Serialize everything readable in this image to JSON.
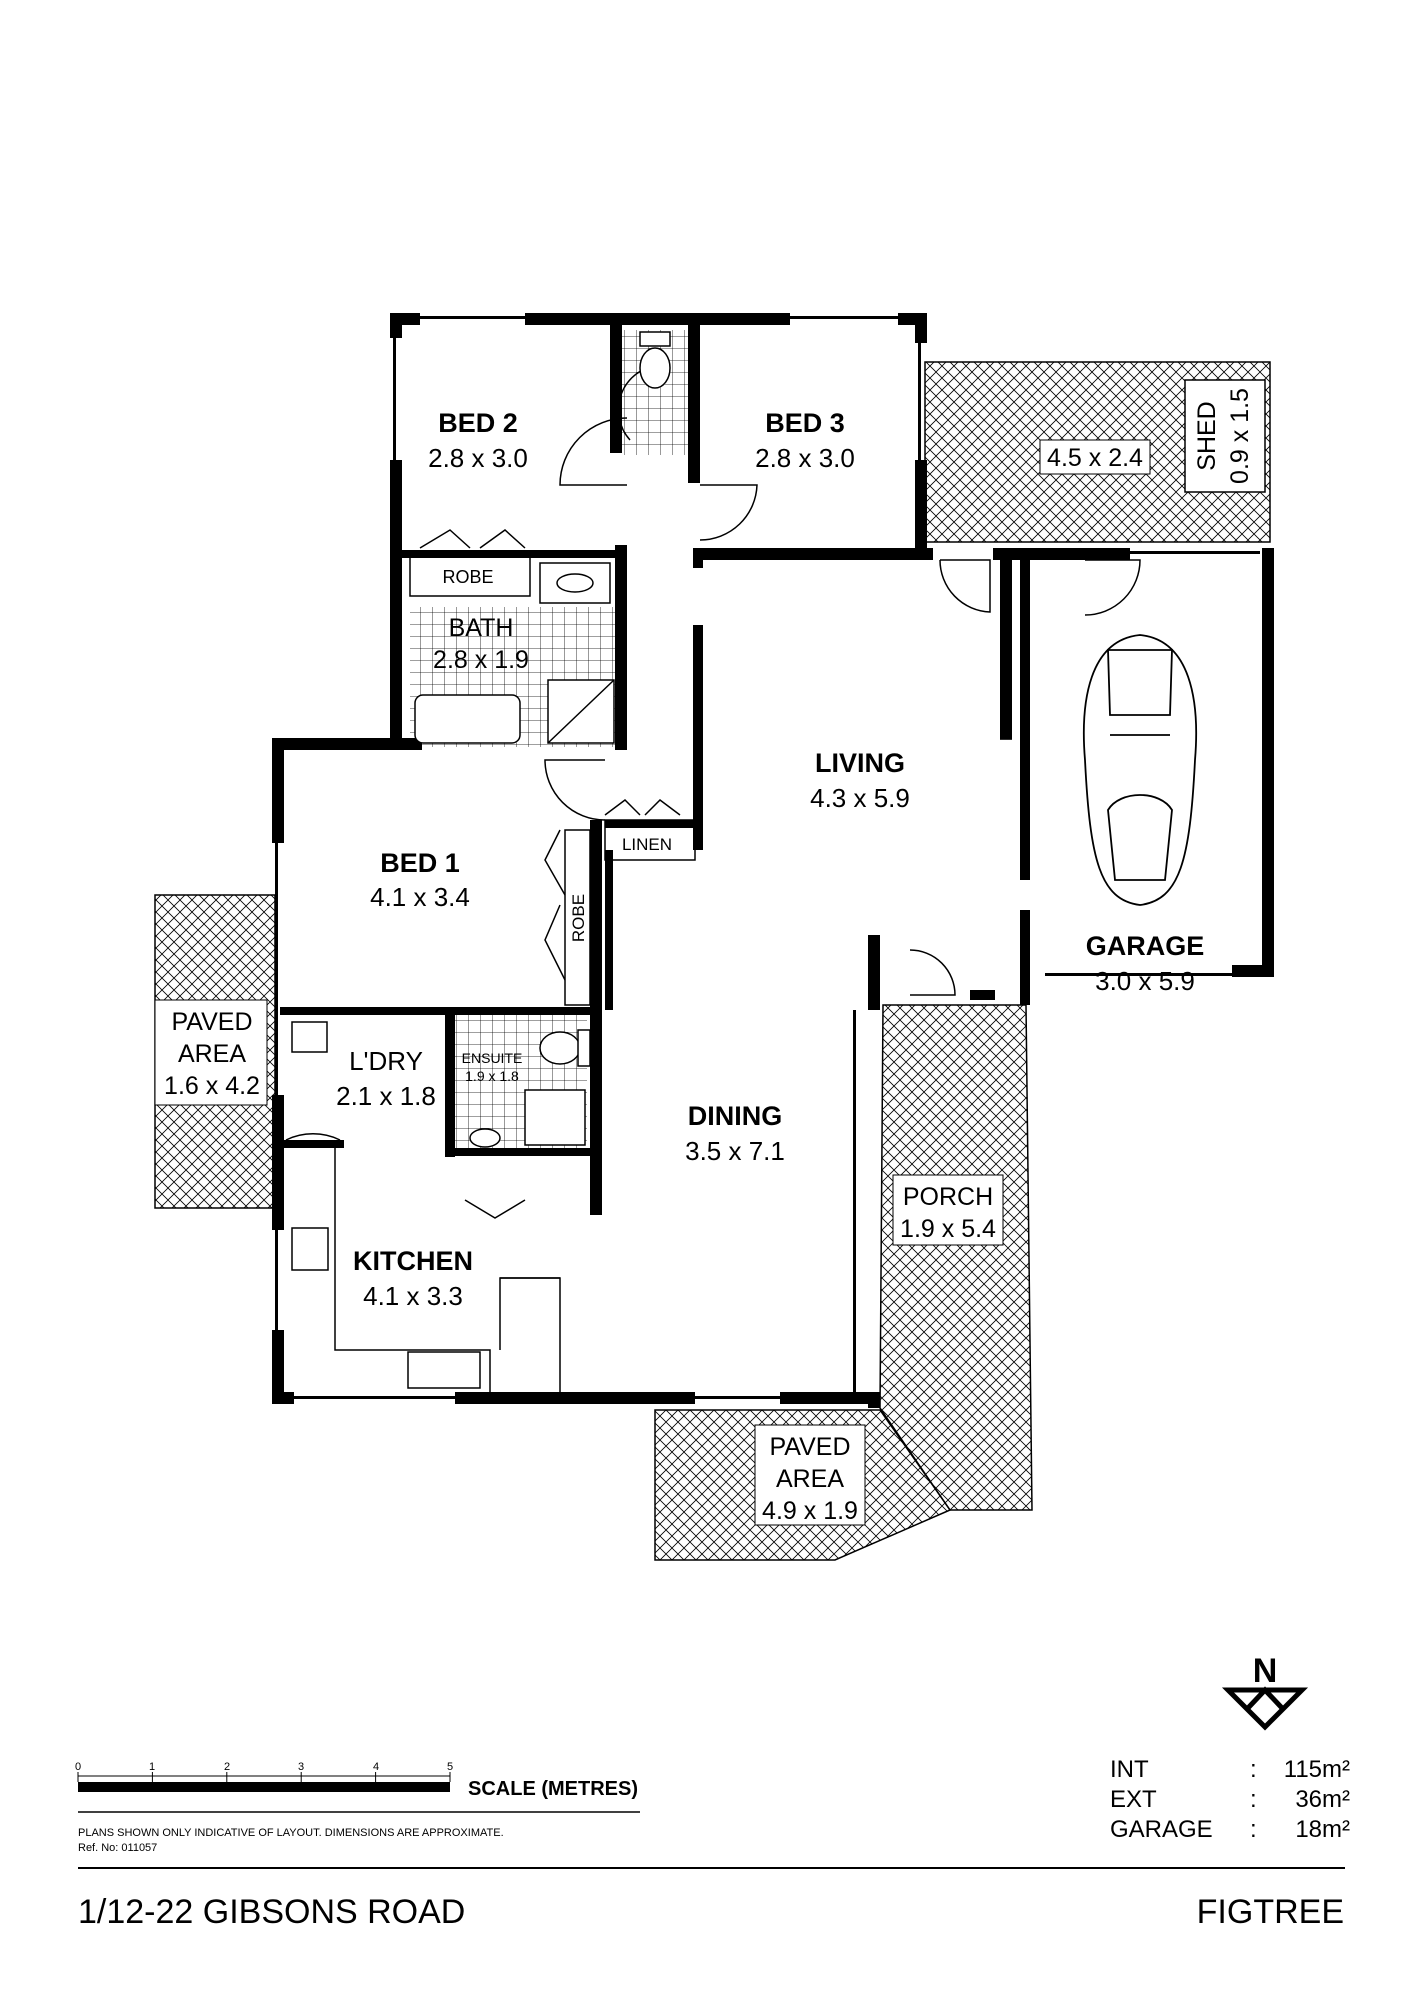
{
  "rooms": {
    "bed2": {
      "name": "BED 2",
      "size": "2.8 x 3.0"
    },
    "bed3": {
      "name": "BED 3",
      "size": "2.8 x 3.0"
    },
    "bed1": {
      "name": "BED 1",
      "size": "4.1 x 3.4"
    },
    "bath": {
      "name": "BATH",
      "size": "2.8 x 1.9"
    },
    "living": {
      "name": "LIVING",
      "size": "4.3 x 5.9"
    },
    "garage": {
      "name": "GARAGE",
      "size": "3.0 x 5.9"
    },
    "dining": {
      "name": "DINING",
      "size": "3.5 x 7.1"
    },
    "laundry": {
      "name": "L'DRY",
      "size": "2.1 x 1.8"
    },
    "ensuite": {
      "name": "ENSUITE",
      "size": "1.9 x 1.8"
    },
    "kitchen": {
      "name": "KITCHEN",
      "size": "4.1 x 3.3"
    },
    "porch": {
      "name": "PORCH",
      "size": "1.9 x 5.4"
    },
    "deck": {
      "size": "4.5 x 2.4"
    },
    "shed": {
      "name": "SHED",
      "size": "0.9 x 1.5"
    },
    "paved_left": {
      "line1": "PAVED",
      "line2": "AREA",
      "size": "1.6 x 4.2"
    },
    "paved_bottom": {
      "line1": "PAVED",
      "line2": "AREA",
      "size": "4.9 x 1.9"
    },
    "robe_bed2": "ROBE",
    "robe_bed1": "ROBE",
    "linen": "LINEN"
  },
  "compass": {
    "label": "N"
  },
  "scale": {
    "ticks": [
      "0",
      "1",
      "2",
      "3",
      "4",
      "5"
    ],
    "label": "SCALE (METRES)"
  },
  "disclaimer": "PLANS SHOWN ONLY INDICATIVE OF LAYOUT.  DIMENSIONS ARE APPROXIMATE.",
  "ref": "Ref. No: 011057",
  "areas": [
    {
      "label": "INT",
      "sep": ":",
      "value": "115m²"
    },
    {
      "label": "EXT",
      "sep": ":",
      "value": "36m²"
    },
    {
      "label": "GARAGE",
      "sep": ":",
      "value": "18m²"
    }
  ],
  "address": "1/12-22 GIBSONS ROAD",
  "suburb": "FIGTREE"
}
